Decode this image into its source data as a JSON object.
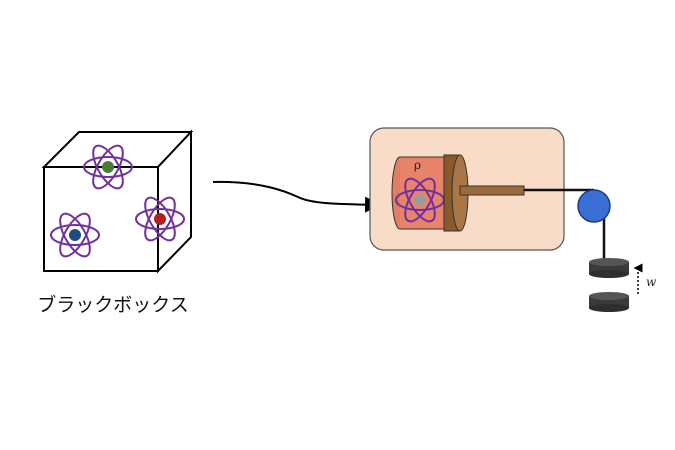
{
  "black_box_label": "ブラックボックス",
  "density_symbol": "ρ",
  "work_symbol": "w",
  "colors": {
    "orbit": "#7030a0",
    "nucleus_green": "#4a7a3a",
    "nucleus_blue": "#1f4e79",
    "nucleus_red": "#b22222",
    "engine_panel": "#f8dcc8",
    "cylinder": "#e8836a",
    "piston": "#9c6a3a",
    "pulley": "#3a6fd6",
    "weight": "#404040"
  }
}
